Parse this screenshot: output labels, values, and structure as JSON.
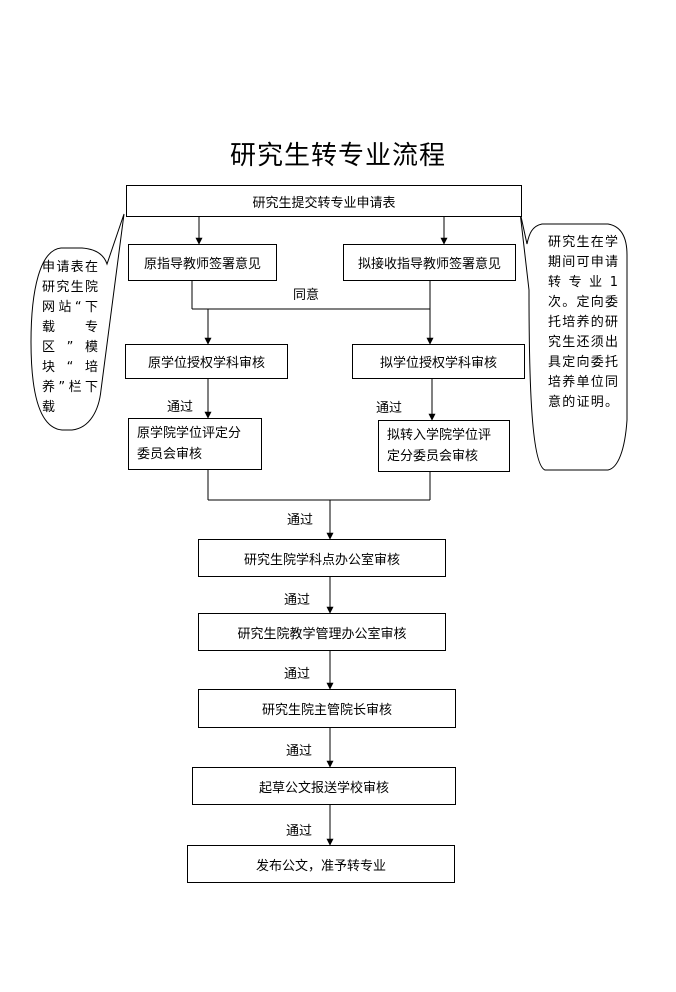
{
  "title": "研究生转专业流程",
  "nodes": {
    "submit": "研究生提交转专业申请表",
    "orig_advisor": "原指导教师签署意见",
    "new_advisor": "拟接收指导教师签署意见",
    "orig_subject": "原学位授权学科审核",
    "new_subject": "拟学位授权学科审核",
    "orig_committee": "原学院学位评定分委员会审核",
    "new_committee": "拟转入学院学位评定分委员会审核",
    "grad_point": "研究生院学科点办公室审核",
    "grad_teaching": "研究生院教学管理办公室审核",
    "grad_dean": "研究生院主管院长审核",
    "draft": "起草公文报送学校审核",
    "publish": "发布公文，准予转专业"
  },
  "labels": {
    "agree": "同意",
    "pass": "通过"
  },
  "notes": {
    "left": "申请表在研究生院网站“下载专区”模块“培养”栏下载",
    "right": "研究生在学期间可申请转专业1次。定向委托培养的研究生还须出具定向委托培养单位同意的证明。"
  }
}
